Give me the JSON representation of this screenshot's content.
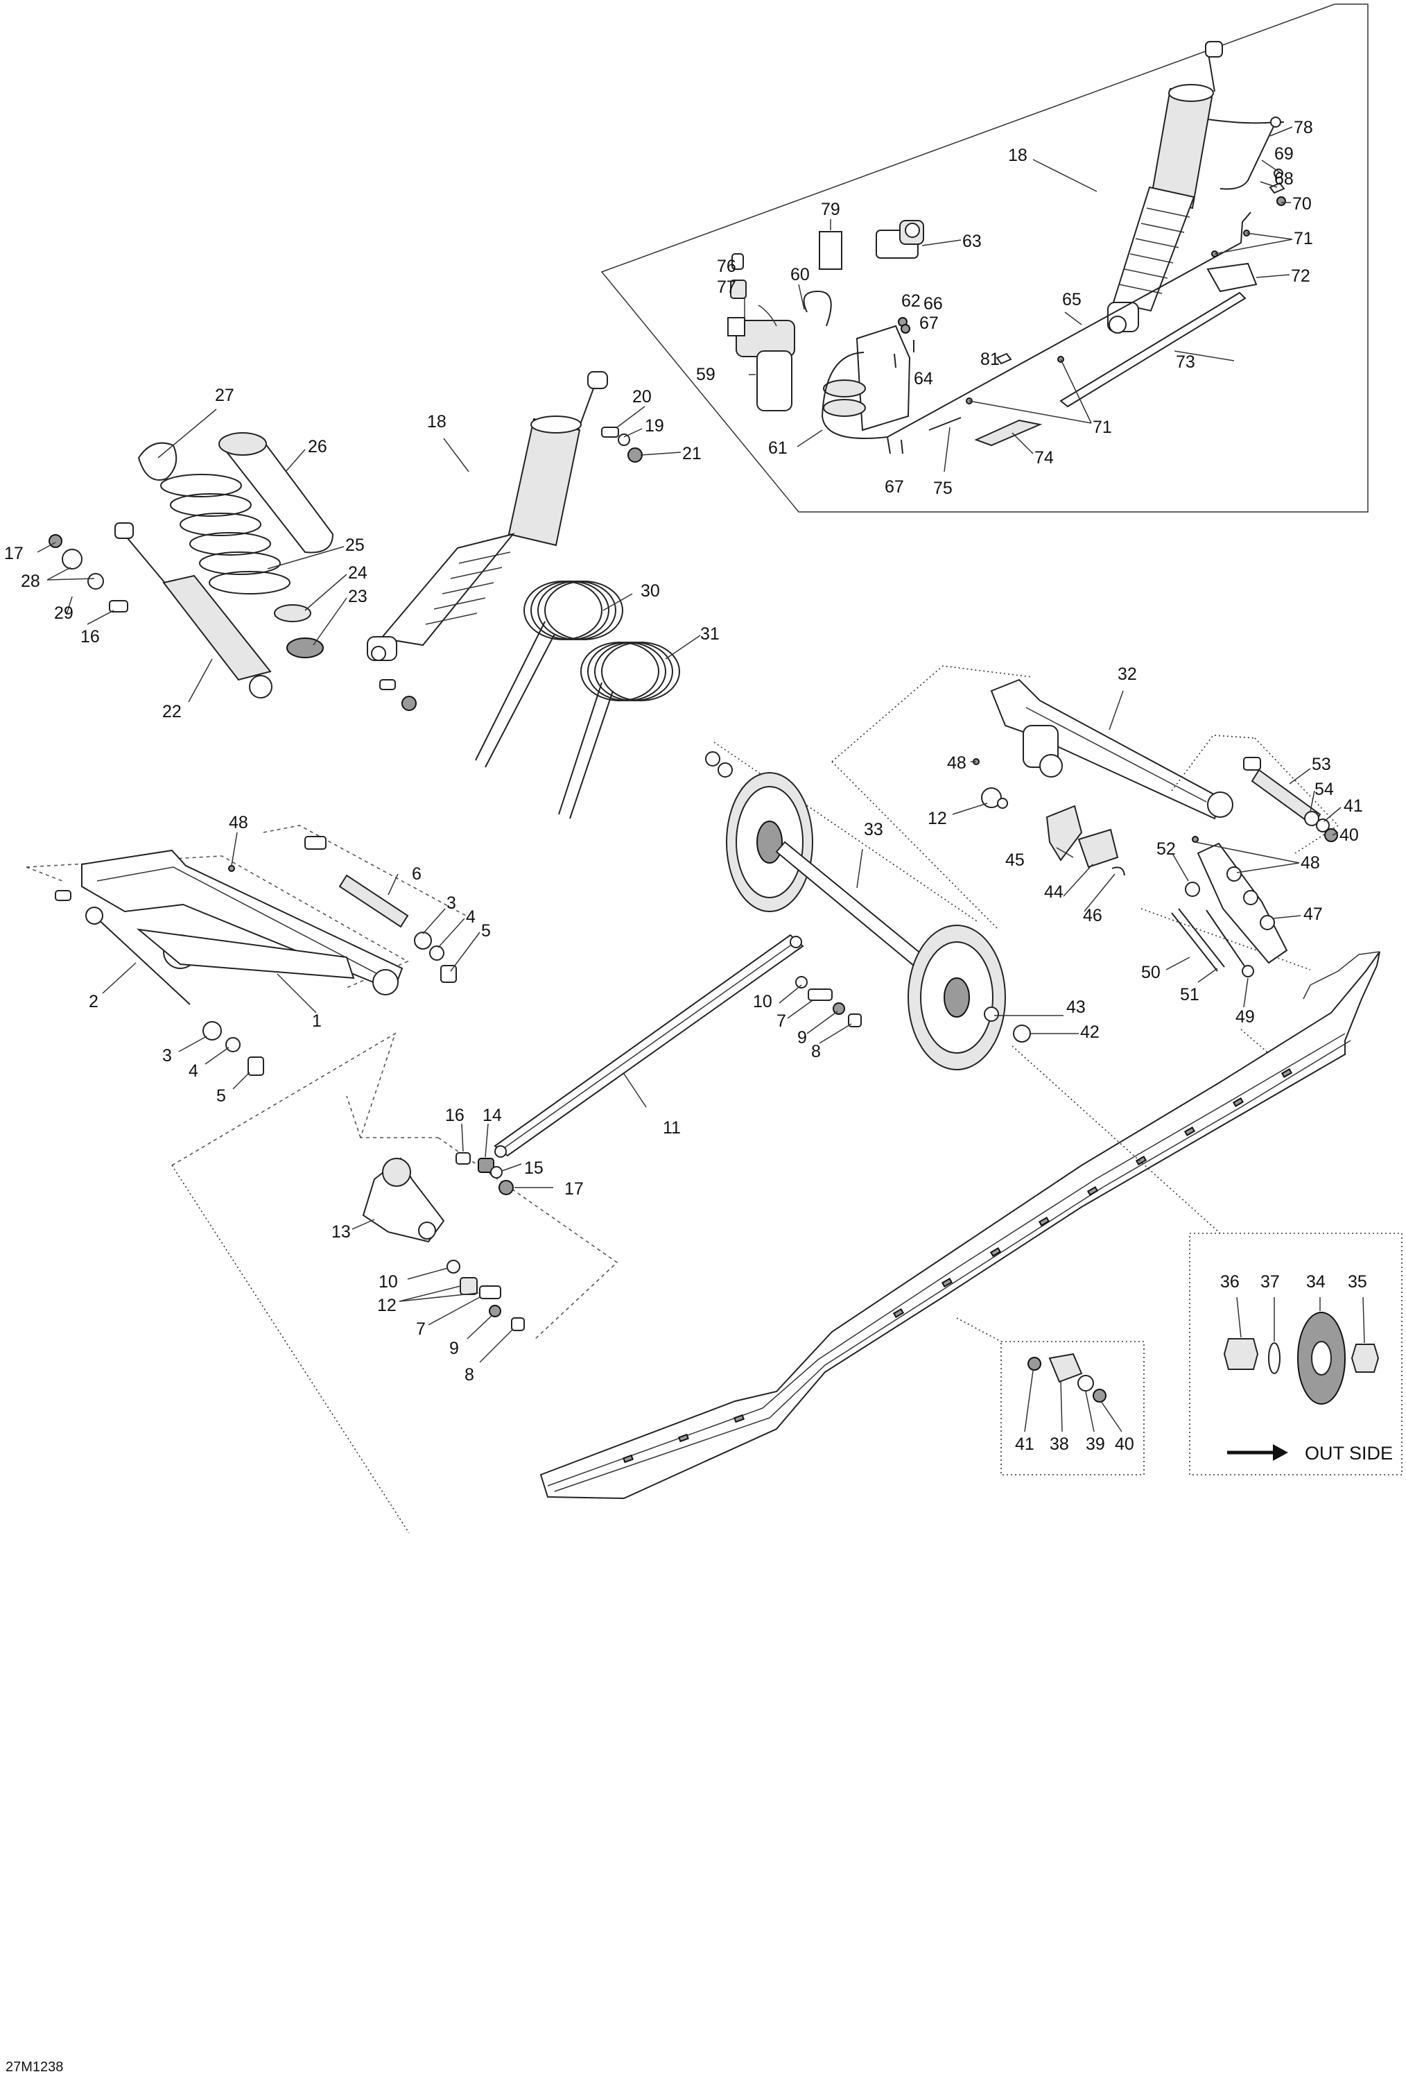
{
  "diagram": {
    "doc_ref": "27M1238",
    "legend_text": "OUT SIDE",
    "labels": [
      {
        "id": "78",
        "text": "78"
      },
      {
        "id": "18a",
        "text": "18"
      },
      {
        "id": "69",
        "text": "69"
      },
      {
        "id": "68",
        "text": "68"
      },
      {
        "id": "70",
        "text": "70"
      },
      {
        "id": "79",
        "text": "79"
      },
      {
        "id": "63",
        "text": "63"
      },
      {
        "id": "71a",
        "text": "71"
      },
      {
        "id": "76",
        "text": "76"
      },
      {
        "id": "72",
        "text": "72"
      },
      {
        "id": "77",
        "text": "77"
      },
      {
        "id": "60",
        "text": "60"
      },
      {
        "id": "62",
        "text": "62"
      },
      {
        "id": "66",
        "text": "66"
      },
      {
        "id": "67a",
        "text": "67"
      },
      {
        "id": "65",
        "text": "65"
      },
      {
        "id": "81",
        "text": "81"
      },
      {
        "id": "73",
        "text": "73"
      },
      {
        "id": "59",
        "text": "59"
      },
      {
        "id": "64",
        "text": "64"
      },
      {
        "id": "71b",
        "text": "71"
      },
      {
        "id": "61",
        "text": "61"
      },
      {
        "id": "74",
        "text": "74"
      },
      {
        "id": "67b",
        "text": "67"
      },
      {
        "id": "75",
        "text": "75"
      },
      {
        "id": "27",
        "text": "27"
      },
      {
        "id": "20",
        "text": "20"
      },
      {
        "id": "18b",
        "text": "18"
      },
      {
        "id": "19",
        "text": "19"
      },
      {
        "id": "26",
        "text": "26"
      },
      {
        "id": "21",
        "text": "21"
      },
      {
        "id": "25",
        "text": "25"
      },
      {
        "id": "17a",
        "text": "17"
      },
      {
        "id": "24",
        "text": "24"
      },
      {
        "id": "28",
        "text": "28"
      },
      {
        "id": "23",
        "text": "23"
      },
      {
        "id": "29",
        "text": "29"
      },
      {
        "id": "16a",
        "text": "16"
      },
      {
        "id": "30",
        "text": "30"
      },
      {
        "id": "31",
        "text": "31"
      },
      {
        "id": "22",
        "text": "22"
      },
      {
        "id": "32",
        "text": "32"
      },
      {
        "id": "48a",
        "text": "48"
      },
      {
        "id": "53",
        "text": "53"
      },
      {
        "id": "54",
        "text": "54"
      },
      {
        "id": "12a",
        "text": "12"
      },
      {
        "id": "41a",
        "text": "41"
      },
      {
        "id": "40a",
        "text": "40"
      },
      {
        "id": "48b",
        "text": "48"
      },
      {
        "id": "33",
        "text": "33"
      },
      {
        "id": "52",
        "text": "52"
      },
      {
        "id": "45",
        "text": "45"
      },
      {
        "id": "48c",
        "text": "48"
      },
      {
        "id": "6",
        "text": "6"
      },
      {
        "id": "44",
        "text": "44"
      },
      {
        "id": "46",
        "text": "46"
      },
      {
        "id": "47",
        "text": "47"
      },
      {
        "id": "3a",
        "text": "3"
      },
      {
        "id": "4a",
        "text": "4"
      },
      {
        "id": "5a",
        "text": "5"
      },
      {
        "id": "2",
        "text": "2"
      },
      {
        "id": "1",
        "text": "1"
      },
      {
        "id": "50",
        "text": "50"
      },
      {
        "id": "51",
        "text": "51"
      },
      {
        "id": "49",
        "text": "49"
      },
      {
        "id": "10a",
        "text": "10"
      },
      {
        "id": "43",
        "text": "43"
      },
      {
        "id": "7a",
        "text": "7"
      },
      {
        "id": "42",
        "text": "42"
      },
      {
        "id": "3b",
        "text": "3"
      },
      {
        "id": "9a",
        "text": "9"
      },
      {
        "id": "8a",
        "text": "8"
      },
      {
        "id": "4b",
        "text": "4"
      },
      {
        "id": "5b",
        "text": "5"
      },
      {
        "id": "11",
        "text": "11"
      },
      {
        "id": "16b",
        "text": "16"
      },
      {
        "id": "14",
        "text": "14"
      },
      {
        "id": "15",
        "text": "15"
      },
      {
        "id": "17b",
        "text": "17"
      },
      {
        "id": "13",
        "text": "13"
      },
      {
        "id": "10b",
        "text": "10"
      },
      {
        "id": "12b",
        "text": "12"
      },
      {
        "id": "7b",
        "text": "7"
      },
      {
        "id": "9b",
        "text": "9"
      },
      {
        "id": "8b",
        "text": "8"
      },
      {
        "id": "36",
        "text": "36"
      },
      {
        "id": "37",
        "text": "37"
      },
      {
        "id": "34",
        "text": "34"
      },
      {
        "id": "35",
        "text": "35"
      },
      {
        "id": "41b",
        "text": "41"
      },
      {
        "id": "38",
        "text": "38"
      },
      {
        "id": "39",
        "text": "39"
      },
      {
        "id": "40b",
        "text": "40"
      }
    ]
  }
}
